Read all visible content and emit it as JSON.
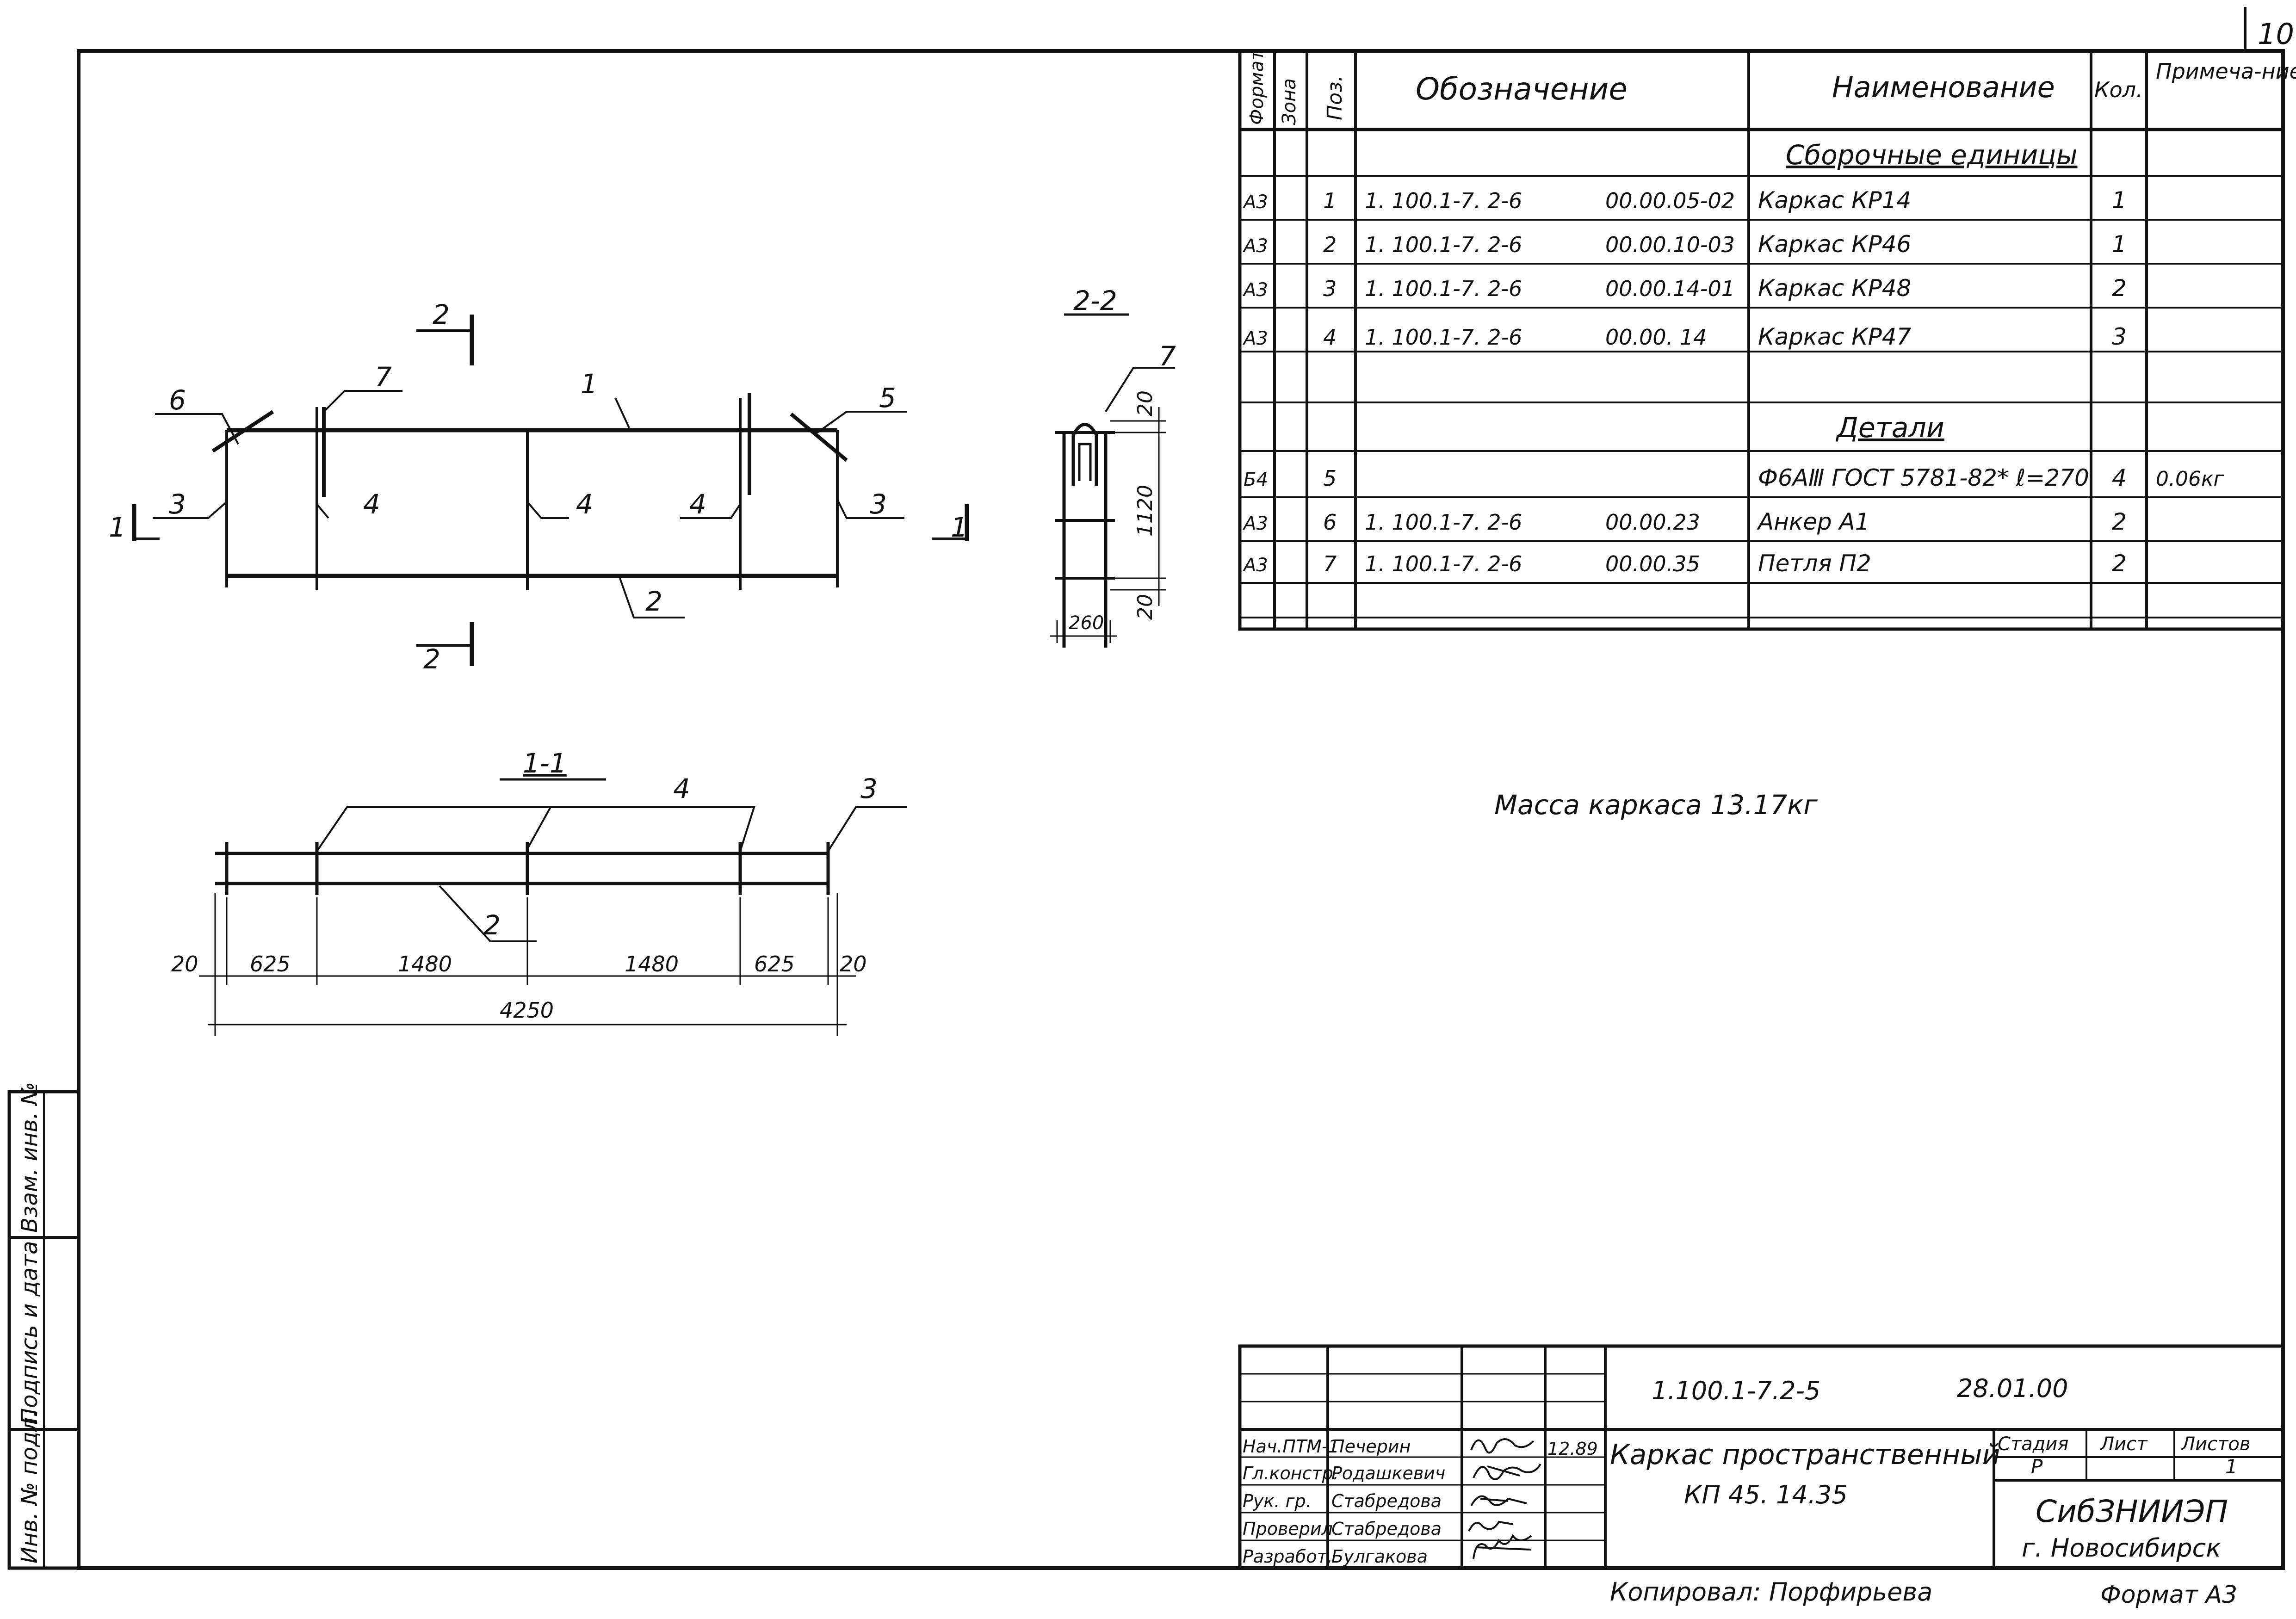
{
  "sheet_number": "10",
  "spec_table": {
    "headers": {
      "format": "Формат",
      "zone": "Зона",
      "pos": "Поз.",
      "designation": "Обозначение",
      "name": "Наименование",
      "qty": "Кол.",
      "note": "Примеча-ние"
    },
    "section_assembly": "Сборочные единицы",
    "section_details": "Детали",
    "rows": [
      {
        "format": "А3",
        "pos": "1",
        "doc": "1. 100.1-7. 2-6",
        "code": "00.00.05-02",
        "name": "Каркас КР14",
        "qty": "1",
        "note": ""
      },
      {
        "format": "А3",
        "pos": "2",
        "doc": "1. 100.1-7. 2-6",
        "code": "00.00.10-03",
        "name": "Каркас КР46",
        "qty": "1",
        "note": ""
      },
      {
        "format": "А3",
        "pos": "3",
        "doc": "1. 100.1-7. 2-6",
        "code": "00.00.14-01",
        "name": "Каркас КР48",
        "qty": "2",
        "note": ""
      },
      {
        "format": "А3",
        "pos": "4",
        "doc": "1. 100.1-7. 2-6",
        "code": "00.00. 14",
        "name": "Каркас КР47",
        "qty": "3",
        "note": ""
      },
      {
        "format": "Б4",
        "pos": "5",
        "doc": "",
        "code": "",
        "name": "Ф6АⅢ ГОСТ 5781-82* ℓ=270",
        "qty": "4",
        "note": "0.06кг"
      },
      {
        "format": "А3",
        "pos": "6",
        "doc": "1. 100.1-7. 2-6",
        "code": "00.00.23",
        "name": "Анкер А1",
        "qty": "2",
        "note": ""
      },
      {
        "format": "А3",
        "pos": "7",
        "doc": "1. 100.1-7. 2-6",
        "code": "00.00.35",
        "name": "Петля П2",
        "qty": "2",
        "note": ""
      }
    ]
  },
  "mass_note": "Масса каркаса 13.17кг",
  "plan_view": {
    "cut_label_top": "2",
    "cut_label_bottom": "2",
    "cut_label_left": "1",
    "cut_label_right": "1",
    "callouts": [
      "6",
      "7",
      "1",
      "5",
      "3",
      "4",
      "4",
      "4",
      "3",
      "2"
    ]
  },
  "section_2_2": {
    "title": "2-2",
    "callout": "7",
    "dims": [
      "20",
      "1120",
      "20",
      "260"
    ]
  },
  "section_1_1": {
    "title": "1-1",
    "callouts": [
      "4",
      "3",
      "2"
    ],
    "dims": [
      "20",
      "625",
      "1480",
      "1480",
      "625",
      "20"
    ],
    "total": "4250"
  },
  "side_stamp": {
    "cells": [
      "Инв. № подл.",
      "Подпись и дата",
      "Взам. инв. №"
    ]
  },
  "title_block": {
    "designation": "1.100.1-7.2-5",
    "date_code": "28.01.00",
    "title": "Каркас пространственный",
    "mark": "КП 45. 14.35",
    "stage_label": "Стадия",
    "sheet_label": "Лист",
    "sheets_label": "Листов",
    "stage": "Р",
    "sheet": "",
    "sheets": "1",
    "org": "СибЗНИИЭП",
    "city": "г. Новосибирск",
    "date": "12.89",
    "people": [
      {
        "role": "Нач.ПТМ-1",
        "name": "Печерин"
      },
      {
        "role": "Гл.констр.",
        "name": "Родашкевич"
      },
      {
        "role": "Рук. гр.",
        "name": "Стабредова"
      },
      {
        "role": "Проверил",
        "name": "Стабредова"
      },
      {
        "role": "Разработ.",
        "name": "Булгакова"
      }
    ]
  },
  "copied_by": "Копировал: Порфирьева",
  "format": "Формат А3"
}
